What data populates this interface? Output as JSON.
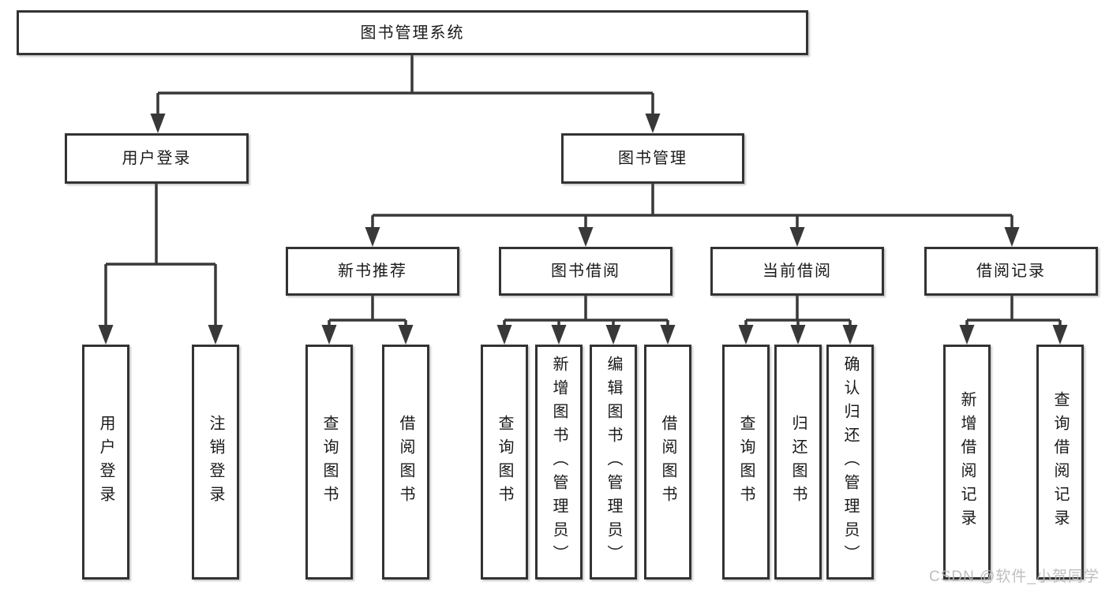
{
  "title": "图书管理系统",
  "watermark": "CSDN @软件_小贺同学",
  "colors": {
    "background": "#ffffff",
    "box_border": "#333333",
    "connector_line": "#383838",
    "text": "#1a1a1a",
    "watermark_text": "#b9b9bd"
  },
  "tree": {
    "root": {
      "label": "图书管理系统"
    },
    "level2": [
      {
        "label": "用户登录"
      },
      {
        "label": "图书管理"
      }
    ],
    "level3": [
      {
        "label": "新书推荐"
      },
      {
        "label": "图书借阅"
      },
      {
        "label": "当前借阅"
      },
      {
        "label": "借阅记录"
      }
    ],
    "leaves": {
      "user_login": [
        {
          "label": "用户登录"
        },
        {
          "label": "注销登录"
        }
      ],
      "new_book": [
        {
          "label": "查询图书"
        },
        {
          "label": "借阅图书"
        }
      ],
      "book_borrow": [
        {
          "label": "查询图书"
        },
        {
          "label": "新增图书（管理员）"
        },
        {
          "label": "编辑图书（管理员）"
        },
        {
          "label": "借阅图书"
        }
      ],
      "current_borrow": [
        {
          "label": "查询图书"
        },
        {
          "label": "归还图书"
        },
        {
          "label": "确认归还（管理员）"
        }
      ],
      "borrow_record": [
        {
          "label": "新增借阅记录"
        },
        {
          "label": "查询借阅记录"
        }
      ]
    },
    "edges": [
      {
        "from": "图书管理系统",
        "to": [
          "用户登录",
          "图书管理"
        ]
      },
      {
        "from": "用户登录",
        "to": [
          "用户登录",
          "注销登录"
        ]
      },
      {
        "from": "图书管理",
        "to": [
          "新书推荐",
          "图书借阅",
          "当前借阅",
          "借阅记录"
        ]
      },
      {
        "from": "新书推荐",
        "to": [
          "查询图书",
          "借阅图书"
        ]
      },
      {
        "from": "图书借阅",
        "to": [
          "查询图书",
          "新增图书（管理员）",
          "编辑图书（管理员）",
          "借阅图书"
        ]
      },
      {
        "from": "当前借阅",
        "to": [
          "查询图书",
          "归还图书",
          "确认归还（管理员）"
        ]
      },
      {
        "from": "借阅记录",
        "to": [
          "新增借阅记录",
          "查询借阅记录"
        ]
      }
    ]
  }
}
